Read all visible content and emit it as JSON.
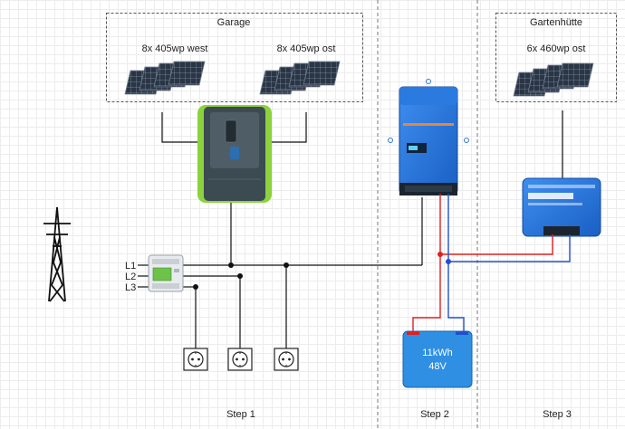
{
  "garage": {
    "title": "Garage",
    "panels_west": "8x 405wp west",
    "panels_east": "8x 405wp ost"
  },
  "garden_hut": {
    "title": "Gartenhütte",
    "panels": "6x 460wp ost"
  },
  "phases": [
    "L1",
    "L2",
    "L3"
  ],
  "battery": {
    "capacity": "11kWh",
    "voltage": "48V"
  },
  "steps": [
    "Step 1",
    "Step 2",
    "Step 3"
  ],
  "colors": {
    "positive": "#e02020",
    "negative": "#2050d0",
    "ac_line": "#111111",
    "inverter_accent": "#8cd23c",
    "victron_blue": "#1f6fd6"
  },
  "icons": [
    "power-pylon-icon",
    "socket-icon",
    "solar-panel-icon",
    "energy-meter-icon",
    "hybrid-inverter-icon",
    "victron-multiplus-icon",
    "mppt-charge-controller-icon",
    "battery-icon"
  ]
}
